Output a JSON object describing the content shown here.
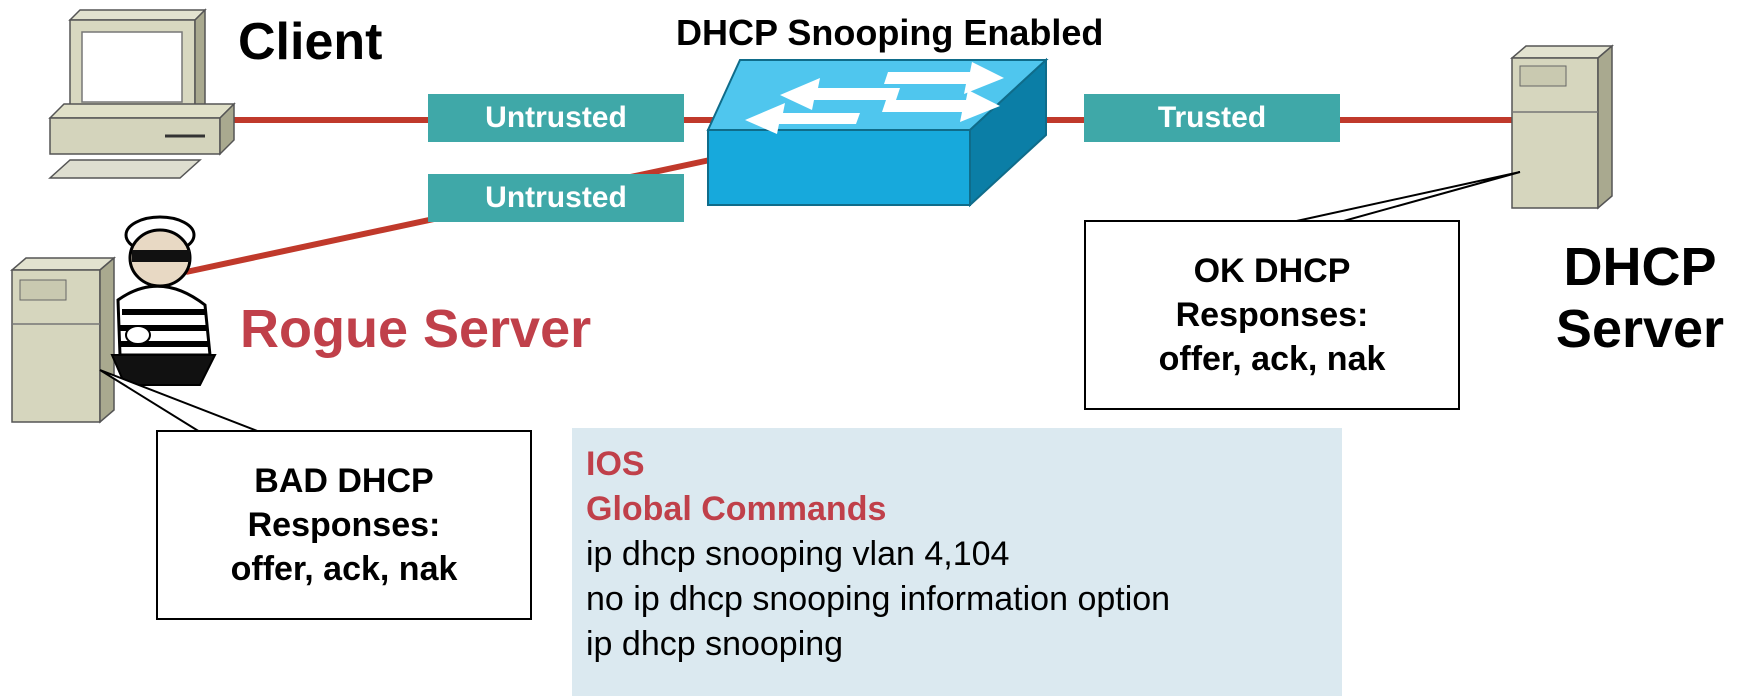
{
  "labels": {
    "client": "Client",
    "switch_title": "DHCP Snooping Enabled",
    "rogue": "Rogue Server",
    "dhcp_server_line1": "DHCP",
    "dhcp_server_line2": "Server"
  },
  "ports": {
    "client_port": "Untrusted",
    "rogue_port": "Untrusted",
    "server_port": "Trusted"
  },
  "callouts": {
    "ok": [
      "OK DHCP",
      "Responses:",
      "offer, ack, nak"
    ],
    "bad": [
      "BAD DHCP",
      "Responses:",
      "offer, ack, nak"
    ]
  },
  "commands": {
    "platform": "IOS",
    "section": "Global Commands",
    "lines": [
      "ip dhcp snooping vlan 4,104",
      "no ip dhcp snooping information option",
      "ip dhcp snooping"
    ]
  },
  "colors": {
    "link": "#c0392b",
    "port_tag": "#3fa8a8",
    "switch": "#1ab0e0",
    "rogue_text": "#c0404a",
    "cmd_bg": "#dbe9f0"
  },
  "icons": [
    "desktop-pc-icon",
    "network-switch-icon",
    "server-tower-icon",
    "burglar-icon"
  ]
}
